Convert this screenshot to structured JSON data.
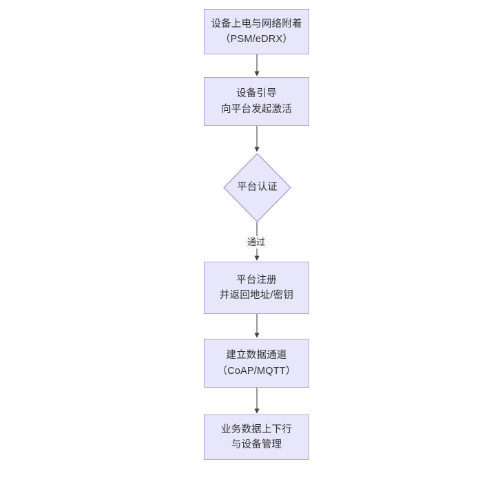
{
  "diagram": {
    "type": "flowchart",
    "orientation": "top-to-bottom",
    "background_color": "#ffffff",
    "node_fill_color": "#e8e6fa",
    "node_border_color": "#b09fe0",
    "text_color": "#333333",
    "connector_color": "#555555",
    "nodes": [
      {
        "id": "n1",
        "shape": "rectangle",
        "label": "设备上电与网络附着\n（PSM/eDRX）",
        "line1": "设备上电与网络附着",
        "line2": "（PSM/eDRX）"
      },
      {
        "id": "n2",
        "shape": "rectangle",
        "label": "设备引导\n向平台发起激活",
        "line1": "设备引导",
        "line2": "向平台发起激活"
      },
      {
        "id": "n3",
        "shape": "diamond",
        "label": "平台认证",
        "line1": "平台认证",
        "line2": ""
      },
      {
        "id": "n4",
        "shape": "rectangle",
        "label": "平台注册\n并返回地址/密钥",
        "line1": "平台注册",
        "line2": "并返回地址/密钥"
      },
      {
        "id": "n5",
        "shape": "rectangle",
        "label": "建立数据通道\n（CoAP/MQTT）",
        "line1": "建立数据通道",
        "line2": "（CoAP/MQTT）"
      },
      {
        "id": "n6",
        "shape": "rectangle",
        "label": "业务数据上下行\n与设备管理",
        "line1": "业务数据上下行",
        "line2": "与设备管理"
      }
    ],
    "edges": [
      {
        "id": "e1",
        "from": "n1",
        "to": "n2",
        "label": ""
      },
      {
        "id": "e2",
        "from": "n2",
        "to": "n3",
        "label": ""
      },
      {
        "id": "e3",
        "from": "n3",
        "to": "n4",
        "label": "通过"
      },
      {
        "id": "e4",
        "from": "n4",
        "to": "n5",
        "label": ""
      },
      {
        "id": "e5",
        "from": "n5",
        "to": "n6",
        "label": ""
      }
    ]
  }
}
